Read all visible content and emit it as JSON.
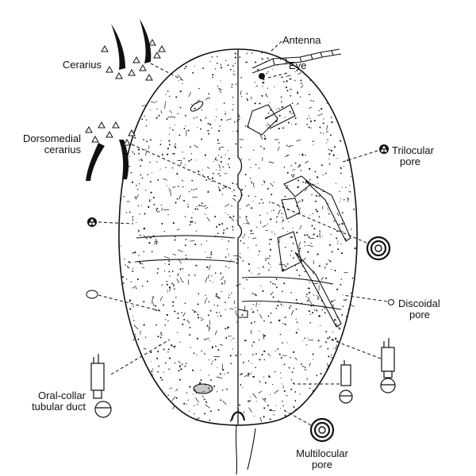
{
  "labels": {
    "cerarius": "Cerarius",
    "antenna": "Antenna",
    "eye": "Eye",
    "dorsomedial_line1": "Dorsomedial",
    "dorsomedial_line2": "cerarius",
    "trilocular_line1": "Trilocular",
    "trilocular_line2": "pore",
    "discoidal_line1": "Discoidal",
    "discoidal_line2": "pore",
    "oral_collar_line1": "Oral-collar",
    "oral_collar_line2": "tubular duct",
    "multilocular_line1": "Multilocular",
    "multilocular_line2": "pore"
  },
  "colors": {
    "ink": "#111111",
    "paper": "#ffffff"
  }
}
